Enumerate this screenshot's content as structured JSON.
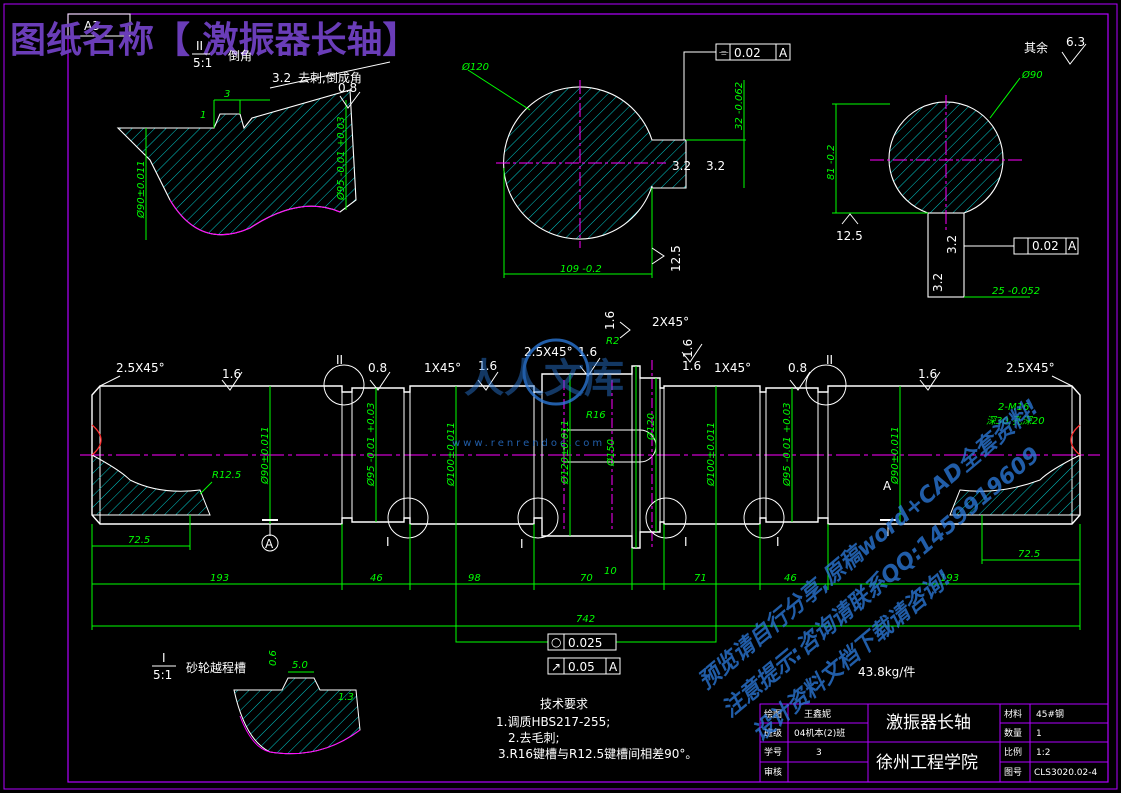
{
  "title_block": {
    "drawing_title": "图纸名称【 激振器长轴】",
    "sheet_size": "A3",
    "part_name": "激振器长轴",
    "school": "徐州工程学院",
    "labels": {
      "designer": "绘图",
      "class": "班级",
      "student_no": "学号",
      "review": "审核",
      "material": "材料",
      "quantity": "数量",
      "scale": "比例",
      "drawing_no": "图号"
    },
    "values": {
      "designer": "王鑫妮",
      "class": "04机本(2)班",
      "student_no": "3",
      "material": "45#钢",
      "quantity": "1",
      "scale": "1:2",
      "drawing_no": "CLS3020.02-4"
    },
    "weight": "43.8kg/件"
  },
  "roughness_other": {
    "label": "其余",
    "value": "6.3"
  },
  "detail_II": {
    "label_top": "II",
    "label_bottom": "5:1",
    "note": "倒角",
    "roughness": "3.2",
    "roughness_note": "去刺,倒成角",
    "roughness2": "0.8",
    "dims": [
      "3",
      "1",
      "Ø90±0.011",
      "Ø95 -0.01 +0.03"
    ]
  },
  "detail_I": {
    "label_top": "I",
    "label_bottom": "5:1",
    "note": "砂轮越程槽",
    "dims": [
      "0.6",
      "5.0",
      "1.3"
    ]
  },
  "section_left": {
    "dia": "Ø120",
    "key_width": "109 -0.2",
    "keyway_depth": "32 -0.062",
    "flatness": "0.02",
    "datum": "A",
    "roughness": [
      "3.2",
      "3.2",
      "12.5"
    ]
  },
  "section_right": {
    "dia": "Ø90",
    "height": "81 -0.2",
    "keyway_width": "25 -0.052",
    "flatness": "0.02",
    "datum": "A",
    "roughness": [
      "12.5",
      "3.2",
      "3.2"
    ]
  },
  "main_view": {
    "chamfers": [
      "2.5X45°",
      "1X45°",
      "2.5X45°",
      "2X45°",
      "1X45°",
      "2.5X45°"
    ],
    "roughness": [
      "1.6",
      "0.8",
      "1.6",
      "1.6",
      "1.6",
      "1.6",
      "1.6",
      "0.8",
      "1.6"
    ],
    "detail_marks": [
      "II",
      "II",
      "I",
      "I",
      "I",
      "I"
    ],
    "datum": "A",
    "diameters": [
      "Ø90±0.011",
      "Ø95 -0.01 +0.03",
      "Ø100±0.011",
      "Ø120±0.011",
      "Ø150",
      "Ø120",
      "Ø100±0.011",
      "Ø95 -0.01 +0.03",
      "Ø90±0.011"
    ],
    "labels": [
      "R12.5",
      "R16",
      "R2",
      "2-M16",
      "深30,孔深20"
    ],
    "lengths": [
      "72.5",
      "193",
      "46",
      "98",
      "70",
      "10",
      "71",
      "46",
      "193",
      "72.5",
      "742"
    ],
    "tolerances": [
      {
        "symbol": "○",
        "value": "0.025"
      },
      {
        "symbol": "↗",
        "value": "0.05",
        "datum": "A"
      }
    ]
  },
  "tech_req": {
    "title": "技术要求",
    "items": [
      "1.调质HBS217-255;",
      "2.去毛刺;",
      "3.R16键槽与R12.5键槽间相差90°。"
    ]
  },
  "watermark": {
    "logo_text": "人人文库",
    "url": "www.renrendoc.com",
    "lines": [
      "预览请自行分享,原稿word+CAD全套资料!",
      "注意提示:咨询请联系QQ:1459919609",
      "设计资料文档下载请咨询!"
    ]
  },
  "colors": {
    "frame": "#b000ff",
    "outline": "#ffffff",
    "dim": "#00ff00",
    "center": "#ff00ff",
    "hatch": "#00c8c8",
    "cut": "#ff3030",
    "title": "#6a3db8",
    "watermark": "#2c7de0"
  }
}
